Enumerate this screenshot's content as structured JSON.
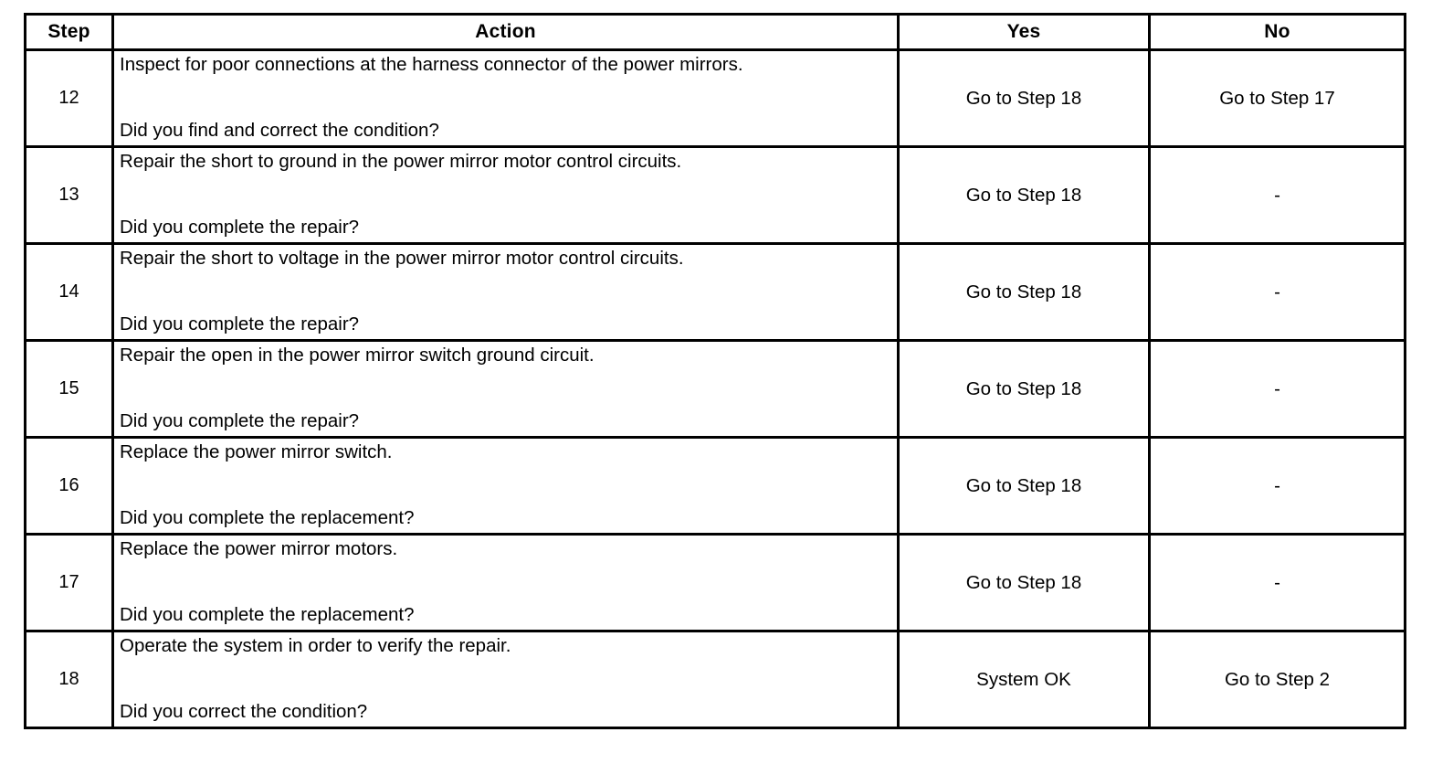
{
  "table": {
    "columns": [
      {
        "key": "step",
        "label": "Step"
      },
      {
        "key": "action",
        "label": "Action"
      },
      {
        "key": "yes",
        "label": "Yes"
      },
      {
        "key": "no",
        "label": "No"
      }
    ],
    "rows": [
      {
        "step": "12",
        "action_statement": "Inspect for poor connections at the harness connector of the power mirrors.",
        "action_question": "Did you find and correct the condition?",
        "yes": "Go to Step 18",
        "no": "Go to Step 17"
      },
      {
        "step": "13",
        "action_statement": "Repair the short to ground in the power mirror motor control circuits.",
        "action_question": "Did you complete the repair?",
        "yes": "Go to Step 18",
        "no": "-"
      },
      {
        "step": "14",
        "action_statement": "Repair the short to voltage in the power mirror motor control circuits.",
        "action_question": "Did you complete the repair?",
        "yes": "Go to Step 18",
        "no": "-"
      },
      {
        "step": "15",
        "action_statement": "Repair the open in the power mirror switch ground circuit.",
        "action_question": "Did you complete the repair?",
        "yes": "Go to Step 18",
        "no": "-"
      },
      {
        "step": "16",
        "action_statement": "Replace the power mirror switch.",
        "action_question": "Did you complete the replacement?",
        "yes": "Go to Step 18",
        "no": "-"
      },
      {
        "step": "17",
        "action_statement": "Replace the power mirror motors.",
        "action_question": "Did you complete the replacement?",
        "yes": "Go to Step 18",
        "no": "-"
      },
      {
        "step": "18",
        "action_statement": "Operate the system in order to verify the repair.",
        "action_question": "Did you correct the condition?",
        "yes": "System OK",
        "no": "Go to Step 2"
      }
    ]
  },
  "colors": {
    "border": "#000000",
    "background": "#ffffff",
    "text": "#000000"
  }
}
